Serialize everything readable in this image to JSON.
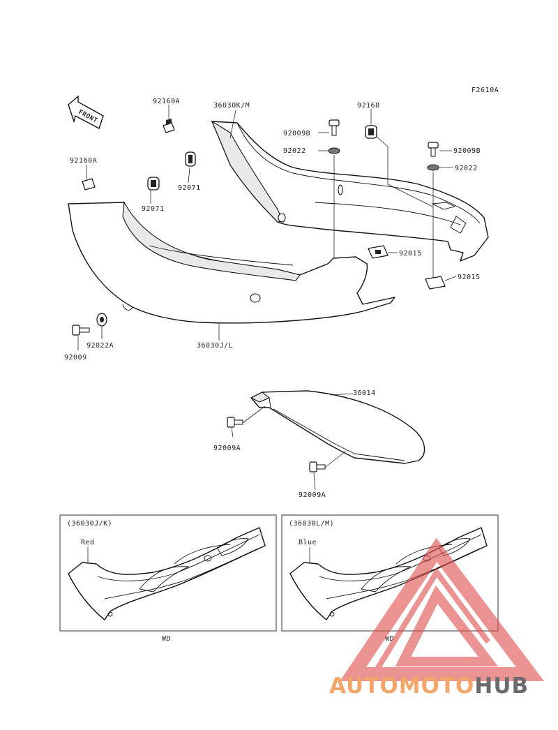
{
  "figure_code": "F2610A",
  "front_label": "FRONT",
  "callouts": {
    "c92160A_top": "92160A",
    "c36030KM": "36030K/M",
    "c92160": "92160",
    "c92009B_a": "92009B",
    "c92022_a": "92022",
    "c92009B_b": "92009B",
    "c92022_b": "92022",
    "c92160A_left": "92160A",
    "c92071_a": "92071",
    "c92071_b": "92071",
    "c92015_a": "92015",
    "c92015_b": "92015",
    "c92022A": "92022A",
    "c92009": "92009",
    "c36030JL": "36030J/L",
    "c36014": "36014",
    "c92009A_a": "92009A",
    "c92009A_b": "92009A"
  },
  "insets": [
    {
      "title": "(36030J/K)",
      "color_label": "Red",
      "footer": "WD"
    },
    {
      "title": "(36030L/M)",
      "color_label": "Blue",
      "footer": "WD"
    }
  ],
  "watermark": {
    "part1": "AUTOMOTO",
    "part2": "HUB",
    "color1": "#f2a66a",
    "color2": "#6b6b6b",
    "logo_color": "#e05050"
  }
}
